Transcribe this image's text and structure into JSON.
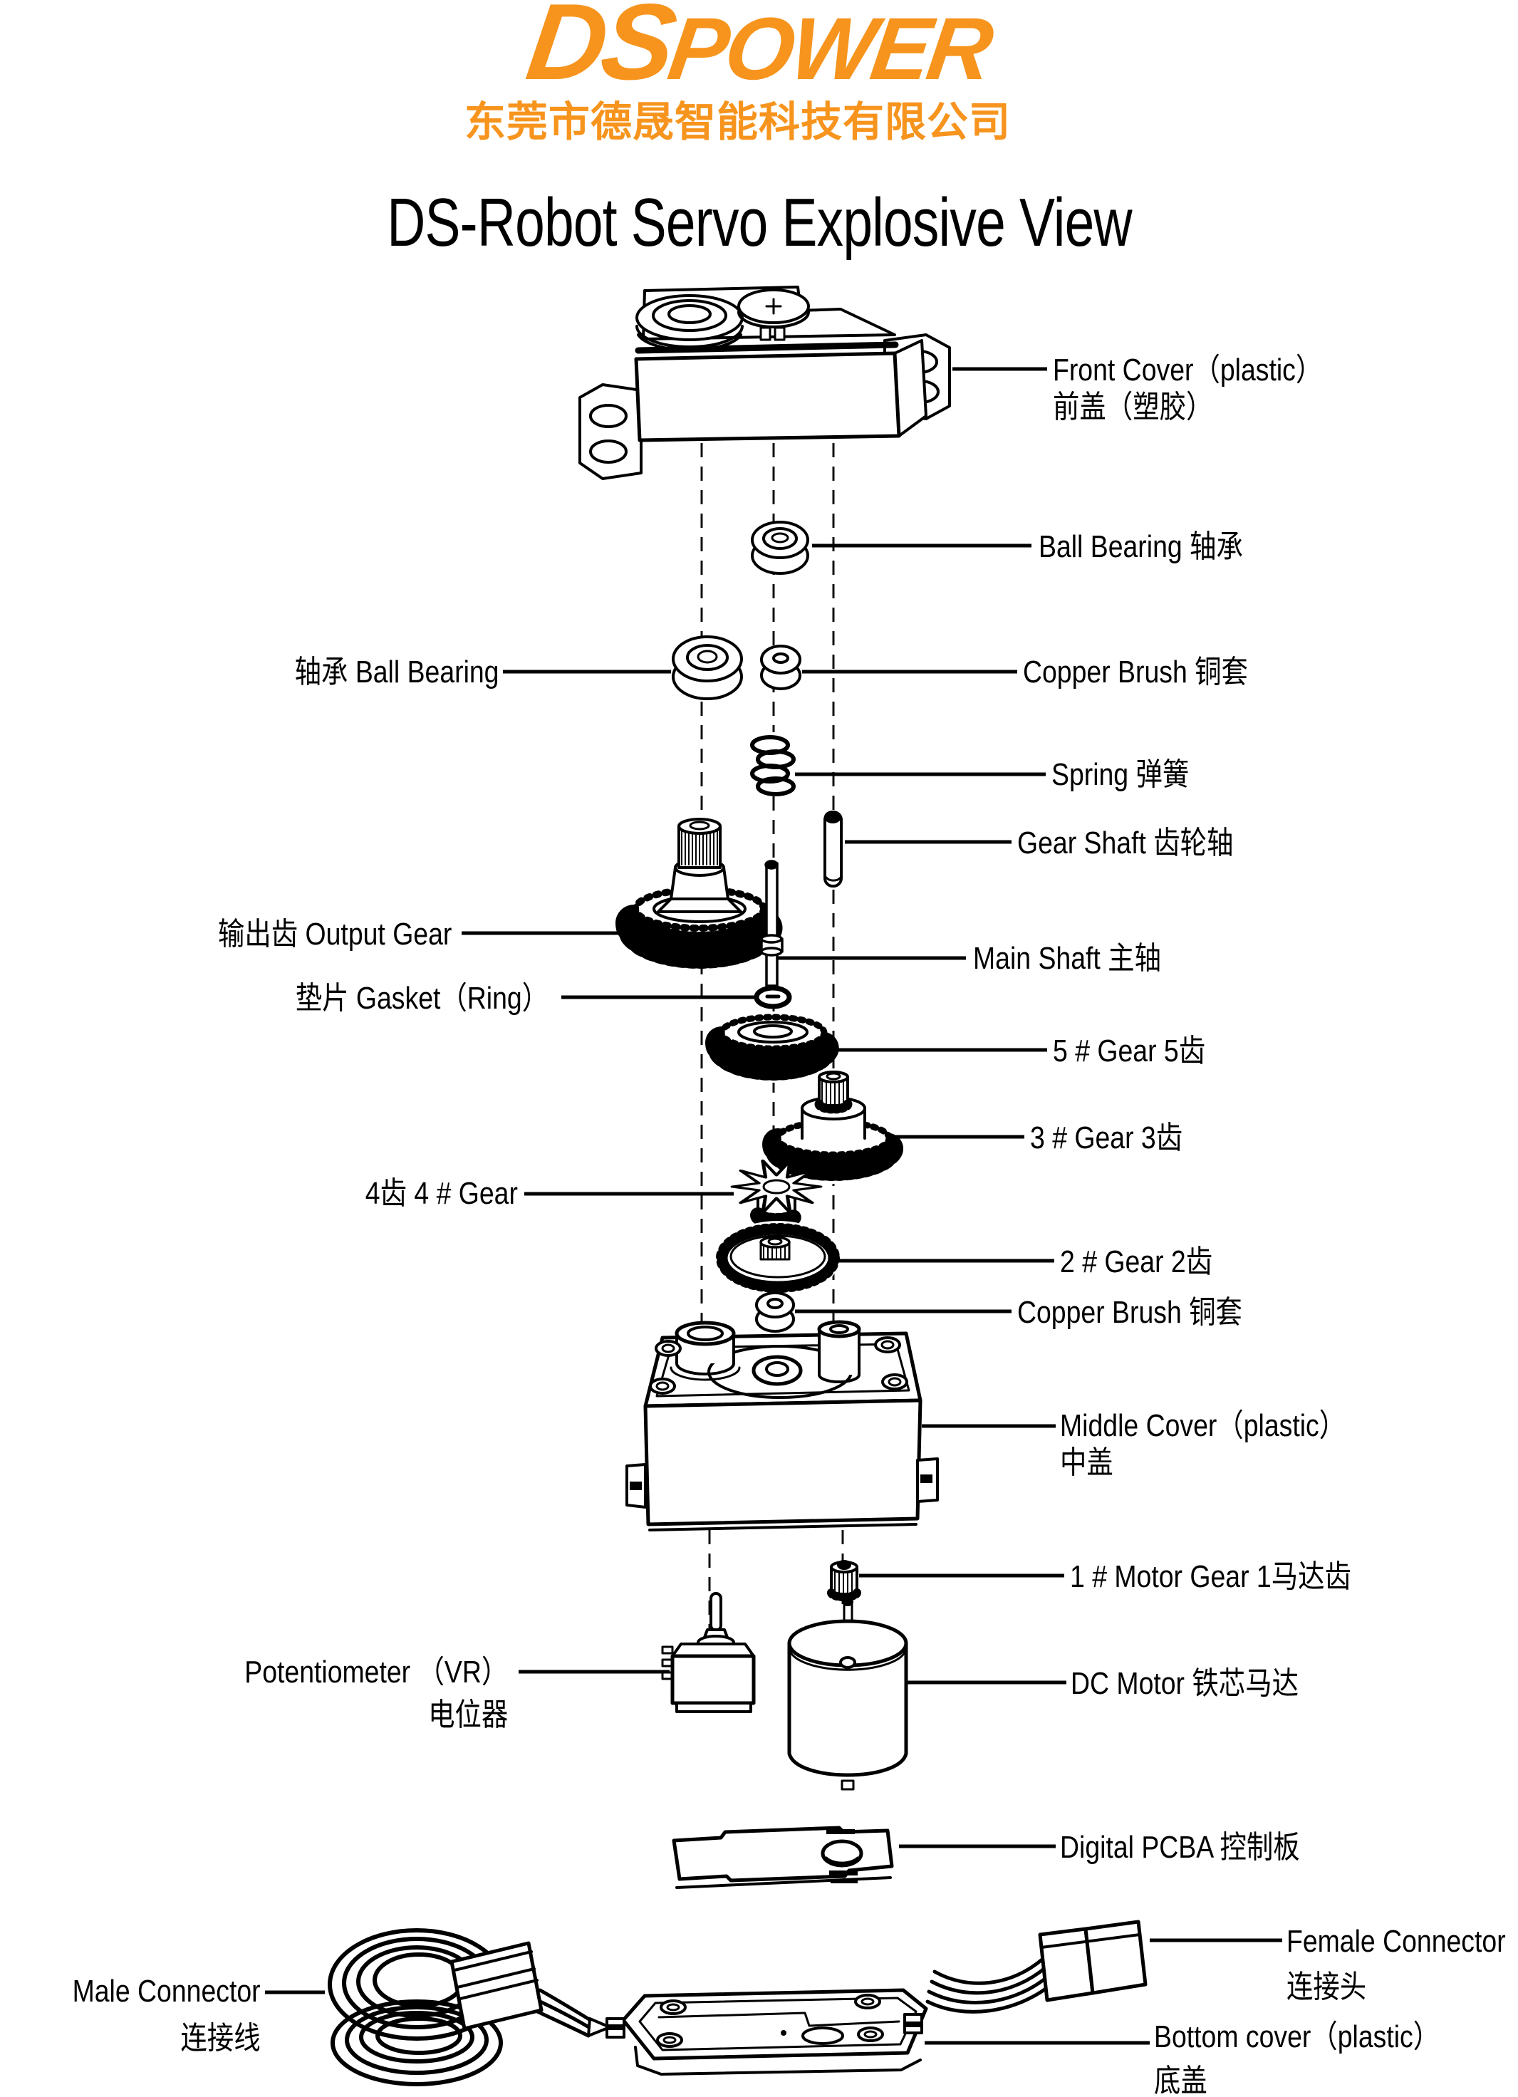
{
  "brand": {
    "logo_ds": "DS",
    "logo_power": "POWER",
    "company": "东莞市德晟智能科技有限公司",
    "color": "#F7941D"
  },
  "title": "DS-Robot Servo Explosive View",
  "labels": {
    "front_cover": {
      "line1": "Front Cover（plastic）",
      "line2": "前盖（塑胶）"
    },
    "ball_bearing": {
      "line1": "Ball Bearing 轴承"
    },
    "ball_bearing_l": {
      "line1": "轴承 Ball Bearing"
    },
    "copper_brush": {
      "line1": "Copper Brush 铜套"
    },
    "spring": {
      "line1": "Spring 弹簧"
    },
    "gear_shaft": {
      "line1": "Gear Shaft  齿轮轴"
    },
    "output_gear": {
      "line1": "输出齿 Output Gear"
    },
    "main_shaft": {
      "line1": "Main Shaft  主轴"
    },
    "gasket": {
      "line1": "垫片 Gasket（Ring）"
    },
    "gear_5": {
      "line1": "5 # Gear  5齿"
    },
    "gear_3": {
      "line1": "3 # Gear  3齿"
    },
    "gear_4": {
      "line1": "4齿 4 # Gear"
    },
    "gear_2": {
      "line1": "2 # Gear  2齿"
    },
    "copper_brush_2": {
      "line1": "Copper Brush  铜套"
    },
    "middle_cover": {
      "line1": "Middle Cover（plastic）",
      "line2": "中盖"
    },
    "motor_gear_1": {
      "line1": "1 # Motor Gear  1马达齿"
    },
    "potentiometer": {
      "line1": "Potentiometer （VR）",
      "line2": "电位器"
    },
    "dc_motor": {
      "line1": "DC Motor  铁芯马达"
    },
    "digital_pcba": {
      "line1": "Digital PCBA  控制板"
    },
    "male_connector": {
      "line1": "Male Connector",
      "line2": "连接线"
    },
    "female_connector": {
      "line1": "Female Connector",
      "line2": "连接头"
    },
    "bottom_cover": {
      "line1": "Bottom cover（plastic）",
      "line2": "底盖"
    }
  }
}
